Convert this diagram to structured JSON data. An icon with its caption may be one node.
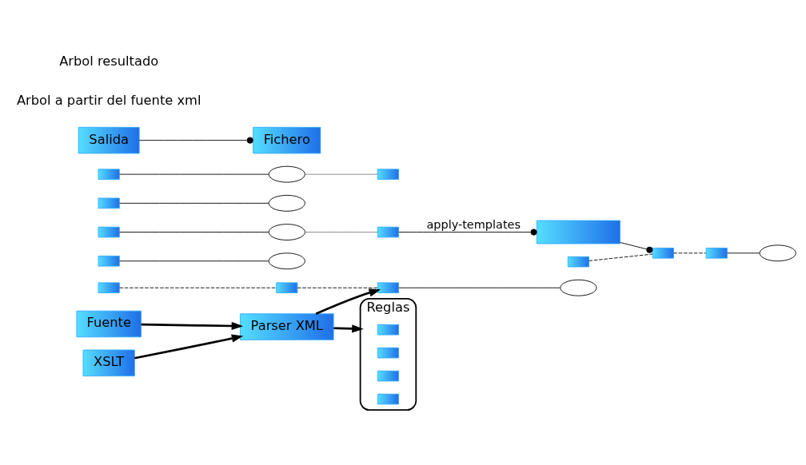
{
  "diagram": {
    "nodes": [
      {
        "text": [],
        "shape": "box"
      },
      {
        "text": [],
        "shape": "box"
      },
      {
        "text": [],
        "shape": "box"
      },
      {
        "text": [],
        "shape": "box"
      },
      {
        "text": [],
        "shape": "box"
      },
      {
        "text": [],
        "shape": "ellipse"
      },
      {
        "text": [],
        "shape": "ellipse"
      },
      {
        "text": [],
        "shape": "ellipse"
      },
      {
        "text": [],
        "shape": "box"
      },
      {
        "text": [
          "Fuente"
        ]
      },
      {
        "text": [
          "XSLT"
        ]
      },
      {
        "text": [
          "Parser XML"
        ]
      },
      {
        "text": [
          "Reglas"
        ]
      },
      {
        "text": [],
        "shape": "box",
        "in": 12
      },
      {
        "text": [],
        "shape": "box",
        "in": 12
      },
      {
        "text": [],
        "shape": "box",
        "in": 12
      },
      {
        "text": [],
        "shape": "box",
        "in": 12
      },
      {
        "text": [],
        "shape": "box"
      },
      {
        "text": [],
        "shape": "box"
      },
      {
        "text": [],
        "shape": "box"
      },
      {
        "text": [],
        "shape": "box"
      },
      {
        "text": [],
        "shape": "box"
      },
      {
        "text": [],
        "shape": "box"
      },
      {
        "text": [],
        "shape": "ellipse"
      },
      {
        "text": [],
        "shape": "ellipse"
      },
      {
        "text": [],
        "shape": "ellipse"
      },
      {
        "text": [],
        "shape": "box"
      },
      {
        "text": [
          "Salida"
        ]
      },
      {
        "text": [
          "Fichero"
        ]
      }
    ],
    "edges": [
      {
        "from": 9,
        "to": 11,
        "arrow": "to",
        "style": "thick"
      },
      {
        "from": 10,
        "to": 11,
        "arrow": "to",
        "style": "thick"
      },
      {
        "from": 11,
        "to": 2,
        "arrow": "to",
        "style": "thick"
      },
      {
        "from": 11,
        "to": 12,
        "arrow": "to",
        "style": "thick"
      },
      {
        "from": 0,
        "to": 1,
        "arrow": "none",
        "style": "dashed"
      },
      {
        "from": 1,
        "to": 2,
        "arrow": "none",
        "style": "dashed"
      },
      {
        "from": 2,
        "to": 5,
        "arrow": "none"
      },
      {
        "from": 3,
        "to": 6,
        "arrow": "none"
      },
      {
        "from": 4,
        "to": 7,
        "arrow": "none"
      },
      {
        "from": 7,
        "to": 8,
        "arrow": "none",
        "color": "#808080"
      },
      {
        "from": 8,
        "to": 17,
        "arrow": "other",
        "label": "apply-templates"
      },
      {
        "from": 17,
        "to": 19,
        "arrow": "other"
      },
      {
        "from": 18,
        "to": 19,
        "arrow": "none",
        "style": "dashed"
      },
      {
        "from": 19,
        "to": 20,
        "arrow": "none",
        "style": "dashed"
      },
      {
        "from": 20,
        "to": 23,
        "arrow": "none"
      },
      {
        "from": 21,
        "to": 24,
        "arrow": "none"
      },
      {
        "from": 22,
        "to": 25,
        "arrow": "none"
      },
      {
        "from": 25,
        "to": 26,
        "arrow": "none",
        "color": "#808080"
      },
      {
        "from": 27,
        "to": 28,
        "arrow": "other"
      }
    ],
    "labels": [
      "Arbol a partir del fuente xml",
      "Arbol resultado"
    ]
  }
}
